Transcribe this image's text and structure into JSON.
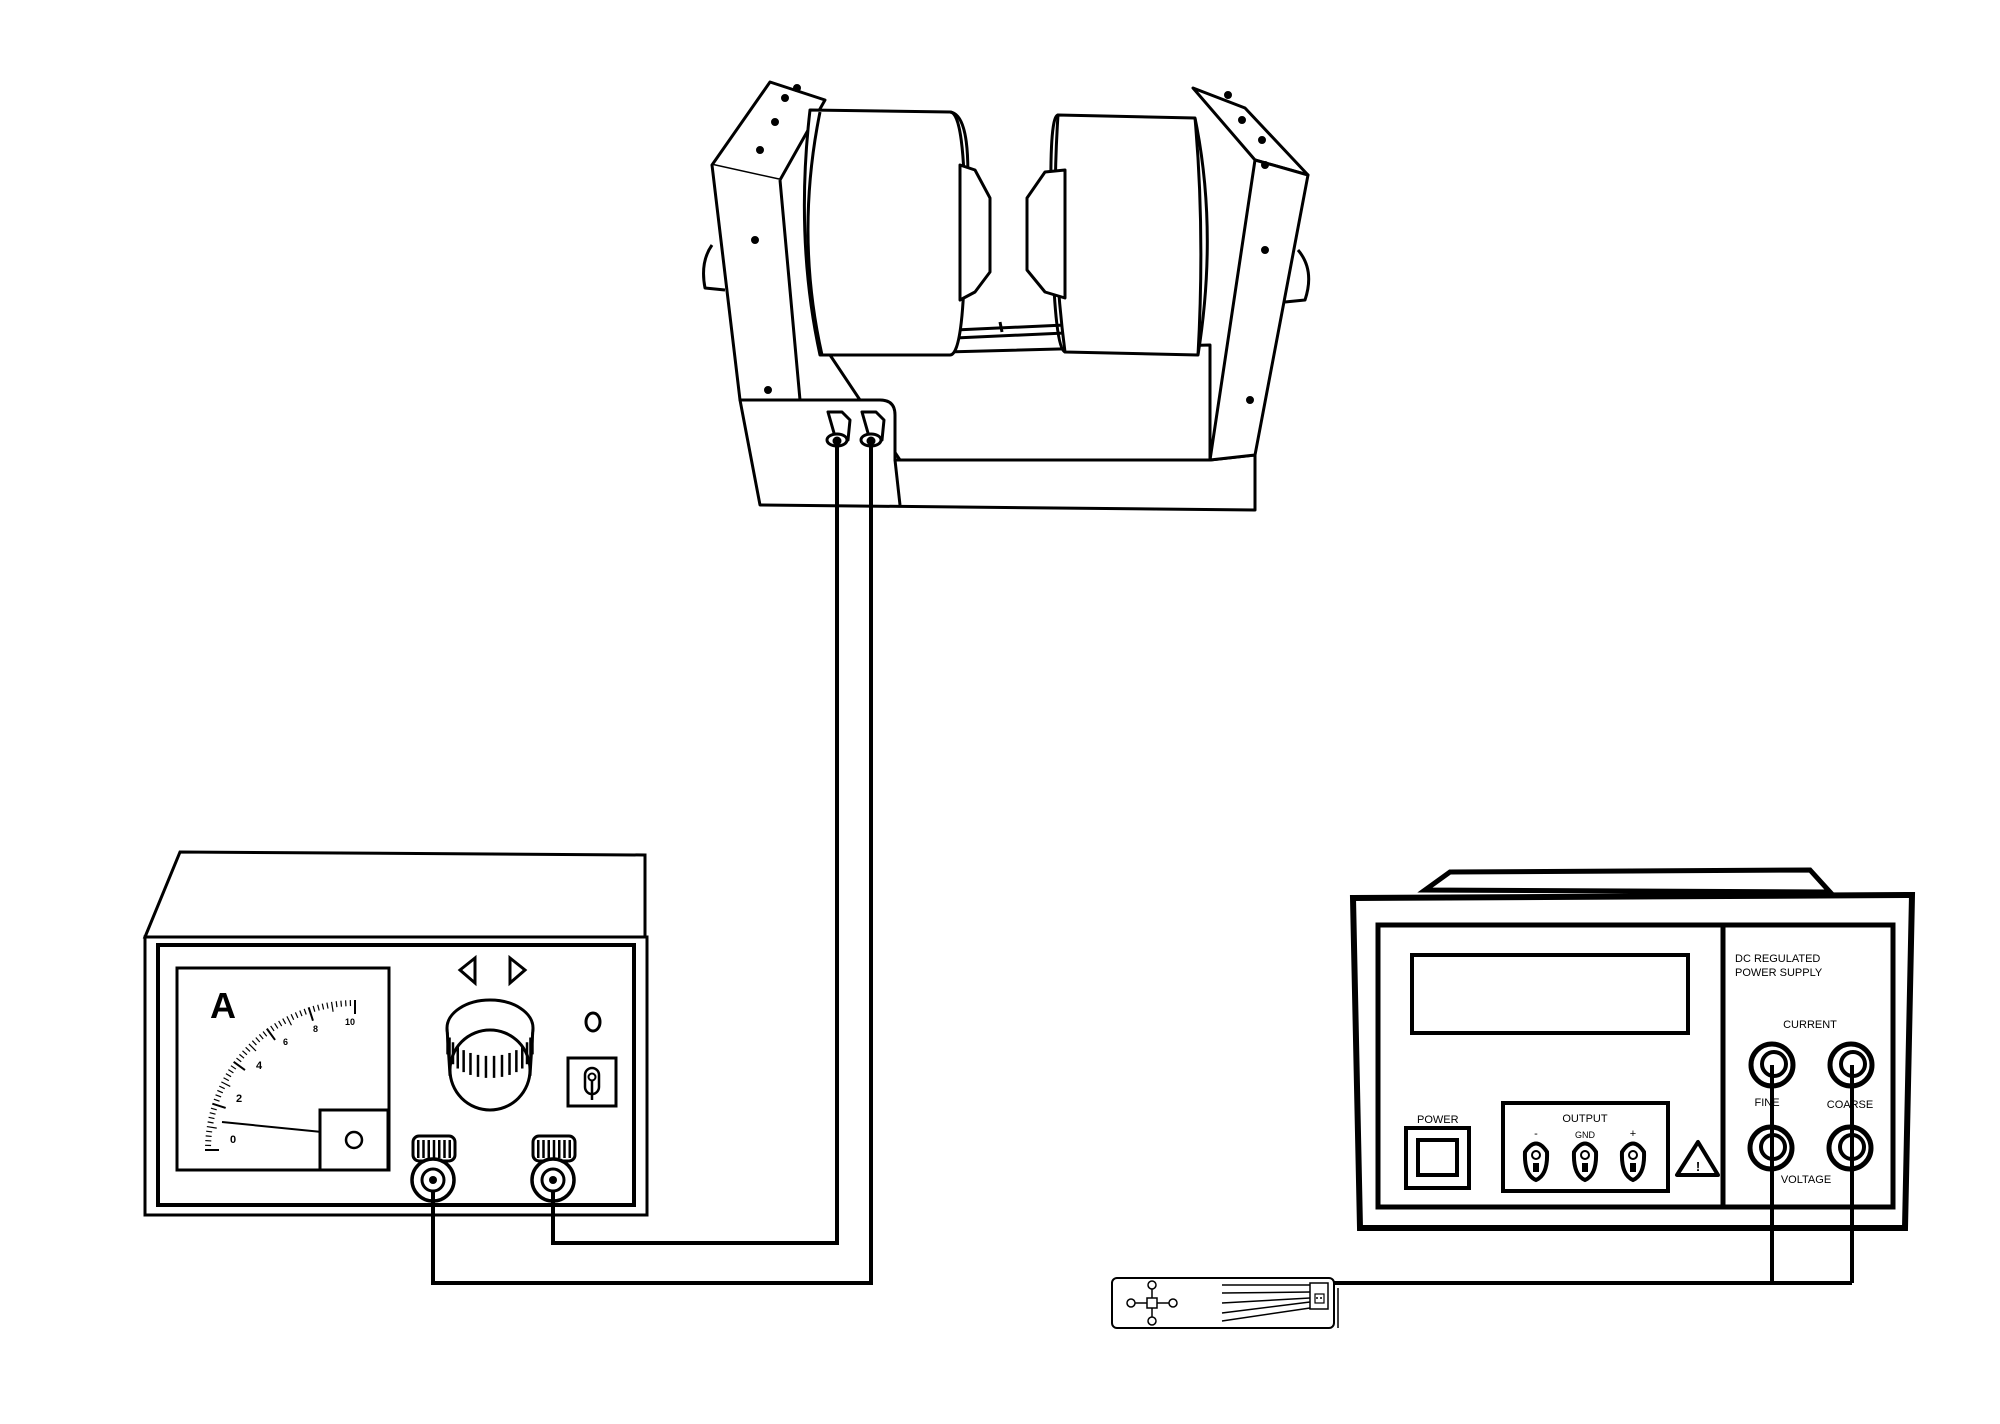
{
  "ammeter": {
    "symbol": "A",
    "scale_labels": [
      "0",
      "2",
      "4",
      "6",
      "8",
      "10"
    ],
    "arrow_left_icon": "triangle-left-icon",
    "arrow_right_icon": "triangle-right-icon",
    "switch_icon": "toggle-switch-icon"
  },
  "power_supply": {
    "title_line1": "DC  REGULATED",
    "title_line2": "POWER SUPPLY",
    "power_label": "POWER",
    "output_label": "OUTPUT",
    "minus_label": "-",
    "gnd_label": "GND",
    "plus_label": "+",
    "warning_icon": "warning-triangle-icon",
    "warning_mark": "!",
    "current_label": "CURRENT",
    "fine_label": "FINE",
    "coarse_label": "COARSE",
    "voltage_label": "VOLTAGE"
  },
  "hall_probe": {
    "icon": "hall-probe-icon"
  },
  "electromagnet": {
    "icon": "electromagnet-icon"
  },
  "colors": {
    "line": "#000000",
    "background": "#ffffff"
  }
}
